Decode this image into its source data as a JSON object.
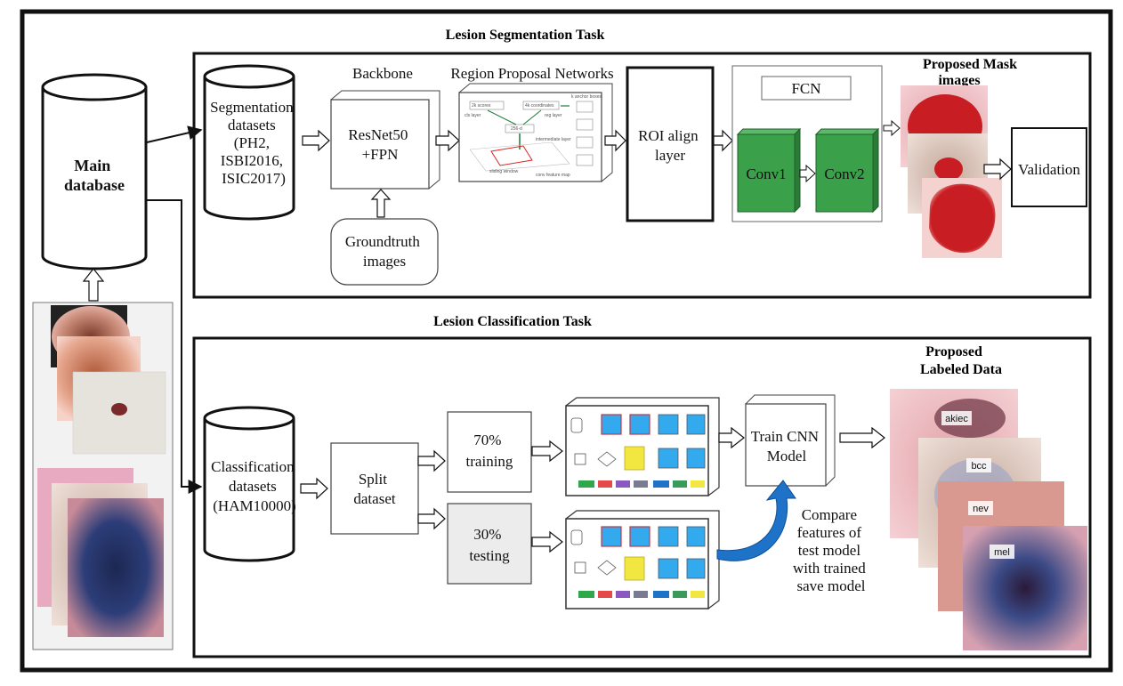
{
  "diagram": {
    "segmentation": {
      "title": "Lesion Segmentation Task",
      "datasets_lines": [
        "Segmentation",
        "datasets",
        "(PH2,",
        "ISBI2016,",
        "ISIC2017)"
      ],
      "backbone_header": "Backbone",
      "backbone_lines": [
        "ResNet50",
        "+FPN"
      ],
      "groundtruth_lines": [
        "Groundtruth",
        "images"
      ],
      "rpn_header": "Region Proposal Networks",
      "rpn_labels": [
        "2k scores",
        "4k coordinates",
        "cls layer",
        "reg layer",
        "256-d",
        "intermediate layer",
        "sliding window",
        "conv feature map",
        "k anchor boxes"
      ],
      "roi_lines": [
        "ROI align",
        "layer"
      ],
      "fcn": "FCN",
      "conv1": "Conv1",
      "conv2": "Conv2",
      "proposed_masks_lines": [
        "Proposed Mask",
        "images"
      ],
      "validation": "Validation"
    },
    "main_database_lines": [
      "Main",
      "database"
    ],
    "classification": {
      "title": "Lesion Classification Task",
      "datasets_lines": [
        "Classification",
        "datasets",
        "(HAM10000)"
      ],
      "split_lines": [
        "Split",
        "dataset"
      ],
      "training_lines": [
        "70%",
        "training"
      ],
      "testing_lines": [
        "30%",
        "testing"
      ],
      "train_cnn_lines": [
        "Train CNN",
        "Model"
      ],
      "compare_lines": [
        "Compare",
        "features of",
        "test model",
        "with trained",
        "save model"
      ],
      "proposed_labels_lines": [
        "Proposed",
        "Labeled Data"
      ],
      "labels": [
        "akiec",
        "bcc",
        "nev",
        "mel"
      ]
    },
    "colors": {
      "conv_green": "#3aa04a",
      "arrow_blue": "#1e73c8",
      "cube_blue": "#33aaee",
      "mask_red": "#c81e23",
      "testing_fill": "#ececec"
    }
  }
}
